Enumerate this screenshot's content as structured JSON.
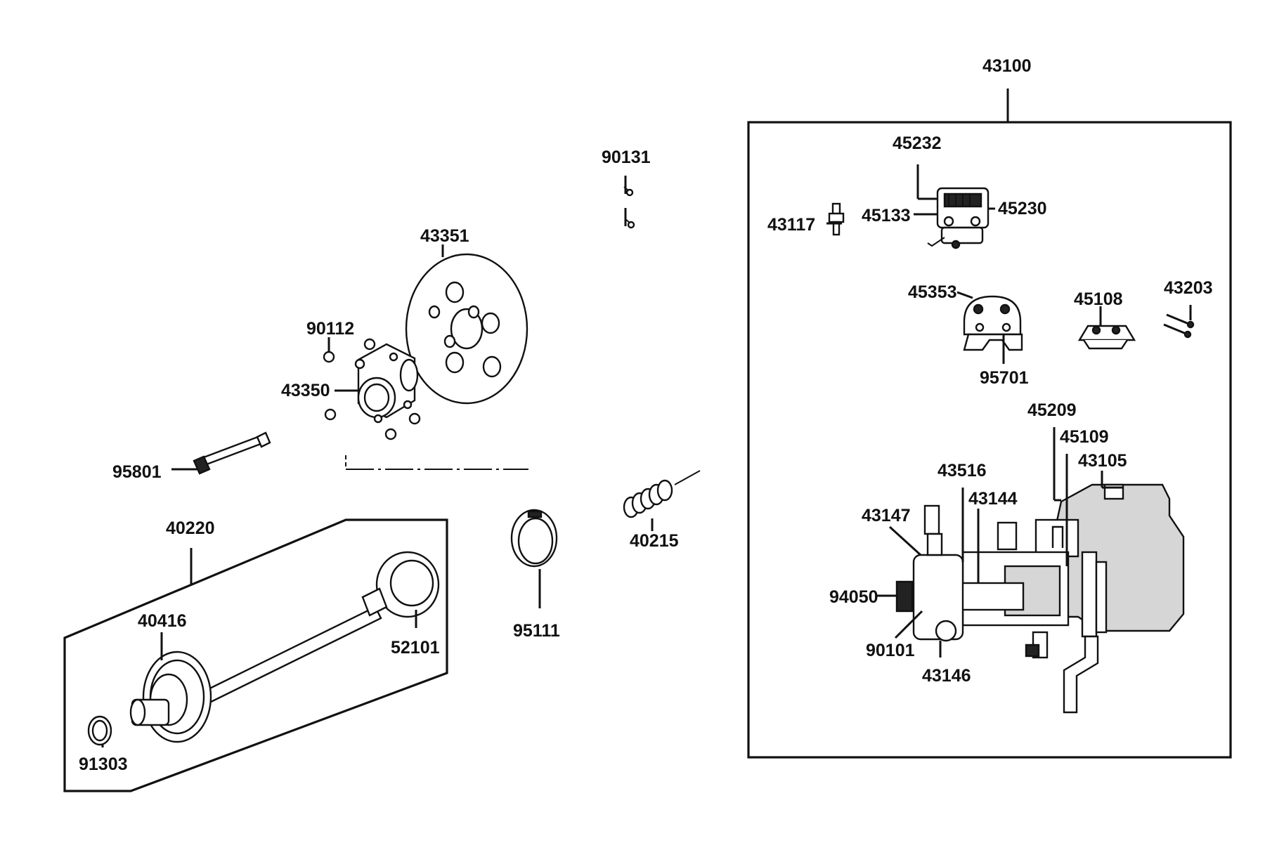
{
  "parts": {
    "p43100": "43100",
    "p45232": "45232",
    "p45230": "45230",
    "p45133": "45133",
    "p43117": "43117",
    "p45353": "45353",
    "p45108": "45108",
    "p43203": "43203",
    "p95701": "95701",
    "p45209": "45209",
    "p45109": "45109",
    "p43105": "43105",
    "p43516": "43516",
    "p43144": "43144",
    "p43147": "43147",
    "p94050": "94050",
    "p90101": "90101",
    "p43146": "43146",
    "p90131": "90131",
    "p43351": "43351",
    "p90112": "90112",
    "p43350": "43350",
    "p95801": "95801",
    "p40220": "40220",
    "p40416": "40416",
    "p52101": "52101",
    "p91303": "91303",
    "p95111": "95111",
    "p40215": "40215"
  },
  "icons": {
    "caliper": "brake-caliper-icon",
    "disc": "brake-disc-icon",
    "hub": "wheel-hub-icon",
    "shaft": "drive-shaft-icon",
    "spring": "spring-icon",
    "clamp": "hose-clamp-icon",
    "pump": "master-cylinder-icon"
  }
}
